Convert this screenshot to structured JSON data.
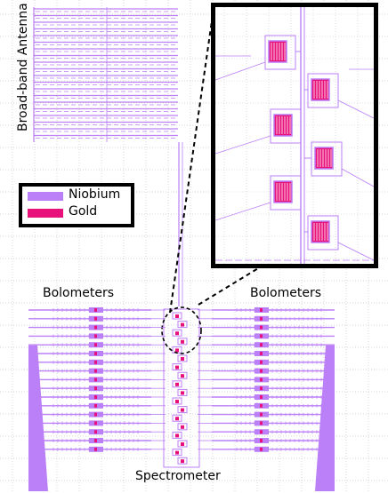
{
  "labels": {
    "antenna": "Broad-band Antenna",
    "bolometers_left": "Bolometers",
    "bolometers_right": "Bolometers",
    "spectrometer": "Spectrometer"
  },
  "legend": {
    "items": [
      {
        "label": "Niobium",
        "color": "#bb7ff7"
      },
      {
        "label": "Gold",
        "color": "#e8107a"
      }
    ]
  },
  "colors": {
    "niobium": "#bb7ff7",
    "gold": "#e8107a",
    "grid": "#c8c8c8"
  }
}
